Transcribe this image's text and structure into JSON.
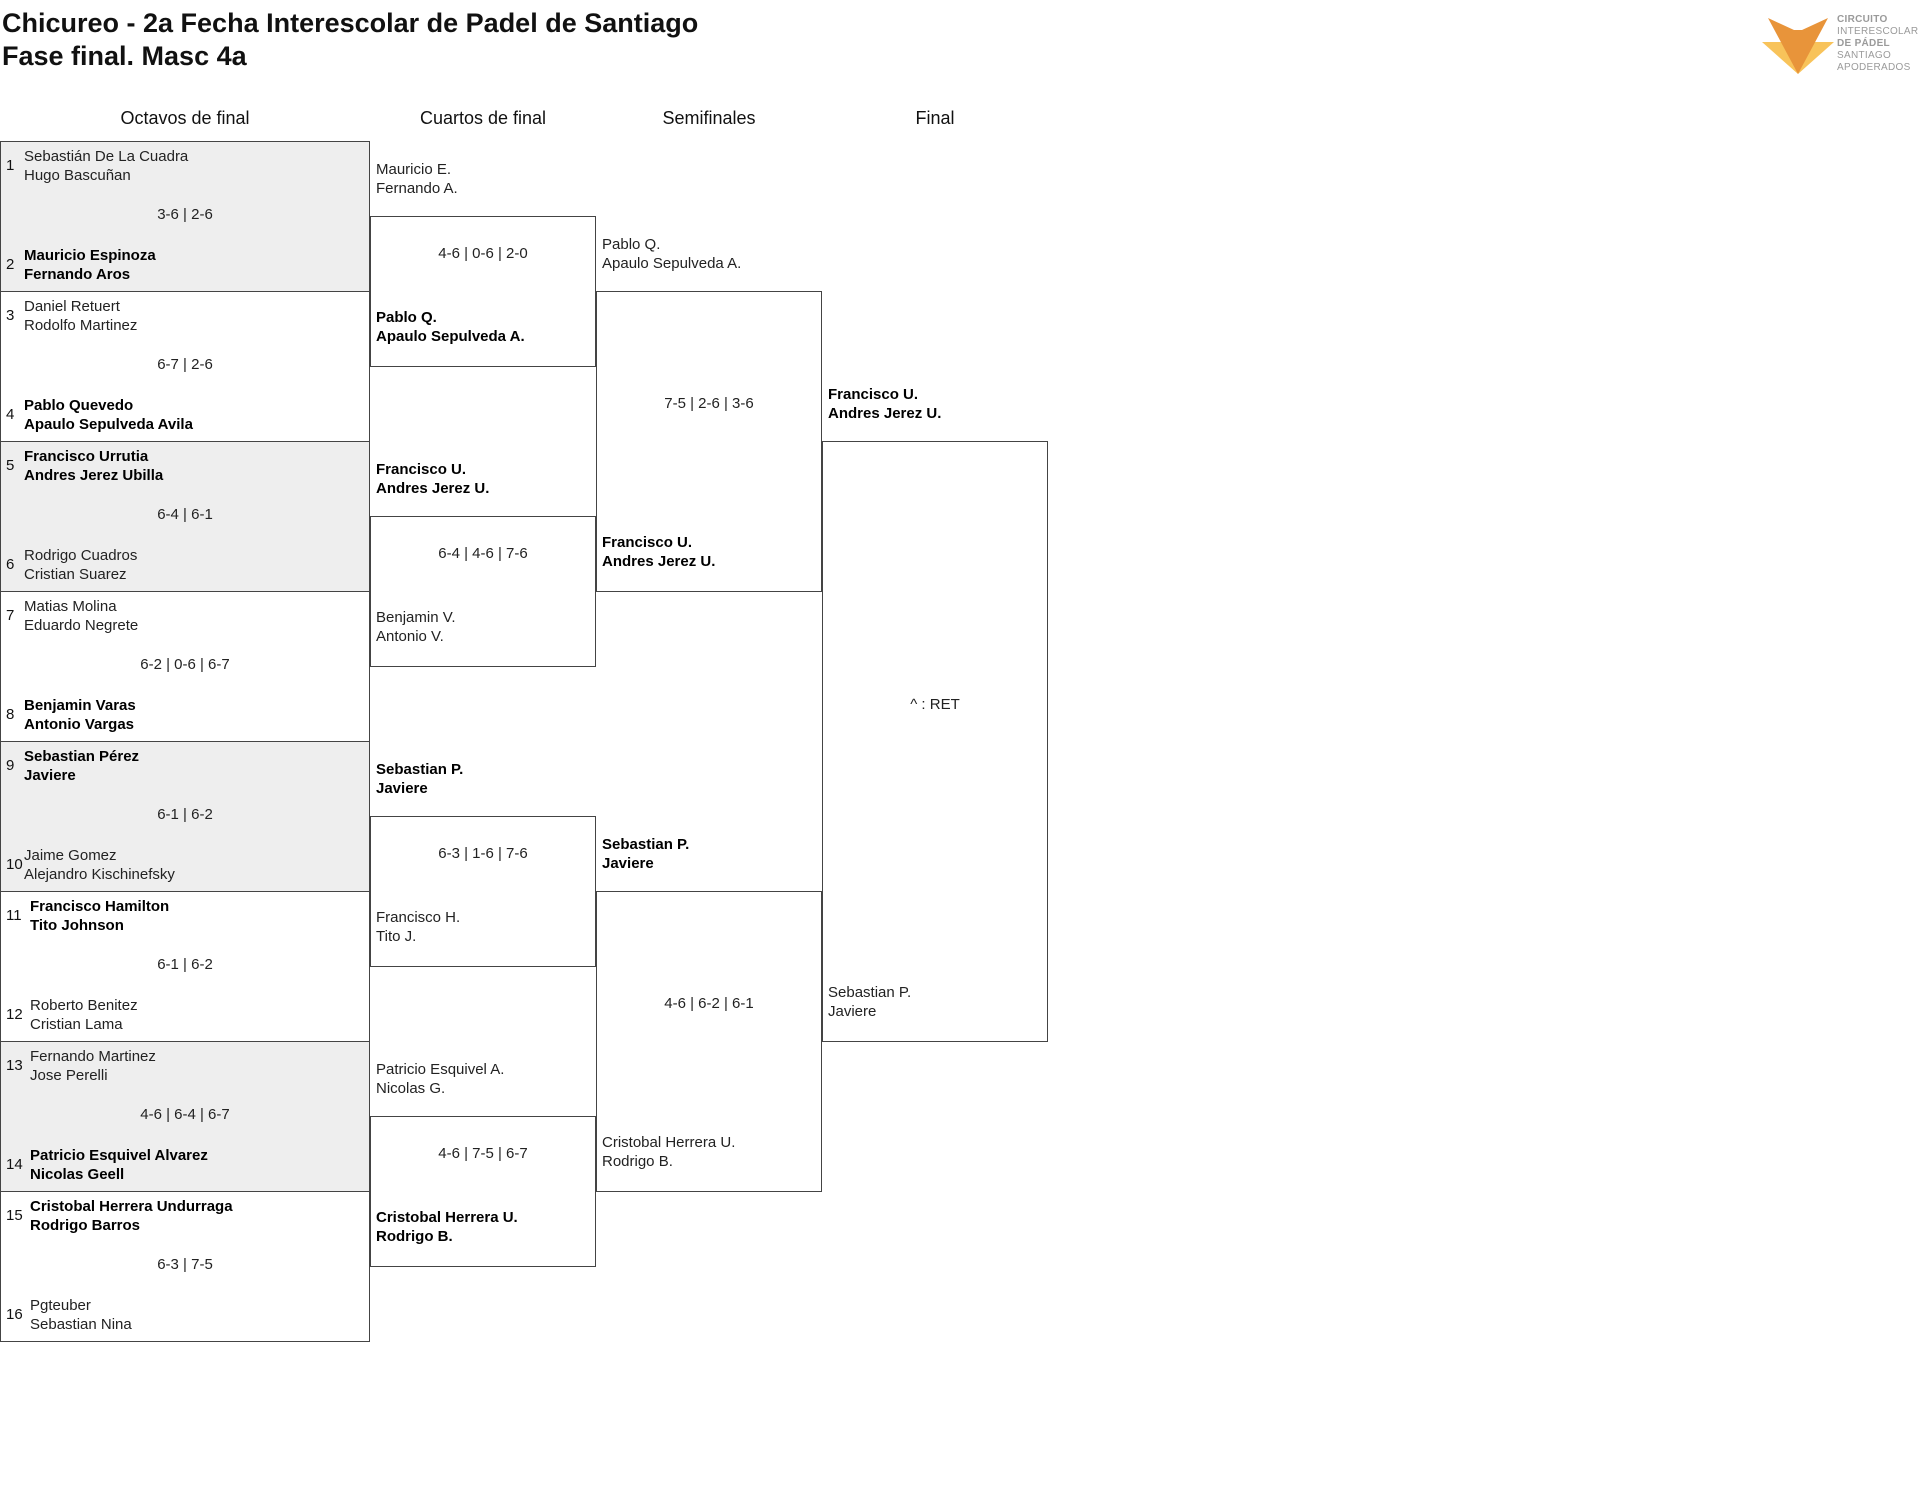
{
  "title": {
    "line1": "Chicureo - 2a Fecha Interescolar de Padel de Santiago",
    "line2": "Fase final. Masc 4a"
  },
  "logo": {
    "lines": [
      "CIRCUITO",
      "INTERESCOLAR",
      "DE PÁDEL",
      "SANTIAGO",
      "APODERADOS"
    ],
    "colors": {
      "dark": "#E8943A",
      "light": "#F8C35A"
    }
  },
  "rounds": [
    "Octavos de final",
    "Cuartos de final",
    "Semifinales",
    "Final"
  ],
  "octavos": [
    {
      "shaded": true,
      "score": "3-6 | 2-6",
      "top": {
        "seed": "1",
        "p1": "Sebastián De La Cuadra",
        "p2": "Hugo Bascuñan",
        "winner": false
      },
      "bottom": {
        "seed": "2",
        "p1": "Mauricio Espinoza",
        "p2": "Fernando Aros",
        "winner": true
      }
    },
    {
      "shaded": false,
      "score": "6-7 | 2-6",
      "top": {
        "seed": "3",
        "p1": "Daniel Retuert",
        "p2": "Rodolfo Martinez",
        "winner": false
      },
      "bottom": {
        "seed": "4",
        "p1": "Pablo Quevedo",
        "p2": "Apaulo Sepulveda Avila",
        "winner": true
      }
    },
    {
      "shaded": true,
      "score": "6-4 | 6-1",
      "top": {
        "seed": "5",
        "p1": "Francisco Urrutia",
        "p2": "Andres Jerez Ubilla",
        "winner": true
      },
      "bottom": {
        "seed": "6",
        "p1": "Rodrigo Cuadros",
        "p2": "Cristian Suarez",
        "winner": false
      }
    },
    {
      "shaded": false,
      "score": "6-2 | 0-6 | 6-7",
      "top": {
        "seed": "7",
        "p1": "Matias Molina",
        "p2": "Eduardo Negrete",
        "winner": false
      },
      "bottom": {
        "seed": "8",
        "p1": "Benjamin Varas",
        "p2": "Antonio Vargas",
        "winner": true
      }
    },
    {
      "shaded": true,
      "score": "6-1 | 6-2",
      "top": {
        "seed": "9",
        "p1": "Sebastian Pérez",
        "p2": "Javiere",
        "winner": true
      },
      "bottom": {
        "seed": "10",
        "p1": "Jaime Gomez",
        "p2": "Alejandro Kischinefsky",
        "winner": false
      }
    },
    {
      "shaded": false,
      "score": "6-1 | 6-2",
      "top": {
        "seed": "11",
        "p1": "Francisco Hamilton",
        "p2": "Tito Johnson",
        "winner": true
      },
      "bottom": {
        "seed": "12",
        "p1": "Roberto Benitez",
        "p2": "Cristian Lama",
        "winner": false
      }
    },
    {
      "shaded": true,
      "score": "4-6 | 6-4 | 6-7",
      "top": {
        "seed": "13",
        "p1": "Fernando Martinez",
        "p2": "Jose Perelli",
        "winner": false
      },
      "bottom": {
        "seed": "14",
        "p1": "Patricio Esquivel Alvarez",
        "p2": "Nicolas Geell",
        "winner": true
      }
    },
    {
      "shaded": false,
      "score": "6-3 | 7-5",
      "top": {
        "seed": "15",
        "p1": "Cristobal Herrera Undurraga",
        "p2": "Rodrigo Barros",
        "winner": true
      },
      "bottom": {
        "seed": "16",
        "p1": "Pgteuber",
        "p2": "Sebastian Nina",
        "winner": false
      }
    }
  ],
  "cuartos": [
    {
      "score": "4-6 | 0-6 | 2-0",
      "top": {
        "p1": "Mauricio E.",
        "p2": "Fernando A.",
        "winner": false
      },
      "bottom": {
        "p1": "Pablo Q.",
        "p2": "Apaulo Sepulveda A.",
        "winner": true
      }
    },
    {
      "score": "6-4 | 4-6 | 7-6",
      "top": {
        "p1": "Francisco U.",
        "p2": "Andres Jerez U.",
        "winner": true
      },
      "bottom": {
        "p1": "Benjamin V.",
        "p2": "Antonio V.",
        "winner": false
      }
    },
    {
      "score": "6-3 | 1-6 | 7-6",
      "top": {
        "p1": "Sebastian P.",
        "p2": "Javiere",
        "winner": true
      },
      "bottom": {
        "p1": "Francisco H.",
        "p2": "Tito J.",
        "winner": false
      }
    },
    {
      "score": "4-6 | 7-5 | 6-7",
      "top": {
        "p1": "Patricio Esquivel A.",
        "p2": "Nicolas G.",
        "winner": false
      },
      "bottom": {
        "p1": "Cristobal Herrera U.",
        "p2": "Rodrigo B.",
        "winner": true
      }
    }
  ],
  "semis": [
    {
      "score": "7-5 | 2-6 | 3-6",
      "top": {
        "p1": "Pablo Q.",
        "p2": "Apaulo Sepulveda A.",
        "winner": false
      },
      "bottom": {
        "p1": "Francisco U.",
        "p2": "Andres Jerez U.",
        "winner": true
      }
    },
    {
      "score": "4-6 | 6-2 | 6-1",
      "top": {
        "p1": "Sebastian P.",
        "p2": "Javiere",
        "winner": true
      },
      "bottom": {
        "p1": "Cristobal Herrera U.",
        "p2": "Rodrigo B.",
        "winner": false
      }
    }
  ],
  "final": {
    "score": "^ : RET",
    "top": {
      "p1": "Francisco U.",
      "p2": "Andres Jerez U.",
      "winner": true
    },
    "bottom": {
      "p1": "Sebastian P.",
      "p2": "Javiere",
      "winner": false
    }
  }
}
